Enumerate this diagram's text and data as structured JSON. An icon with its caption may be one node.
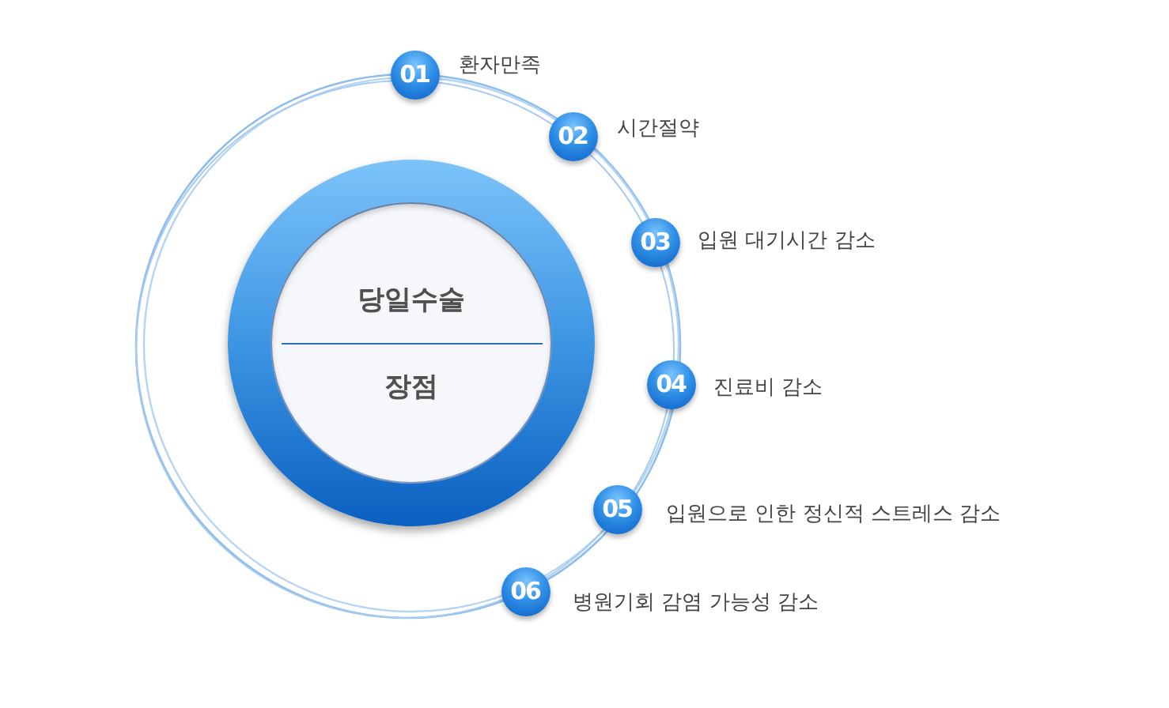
{
  "diagram": {
    "nodes": [
      {
        "text": [
          "당일수술",
          "장점"
        ]
      },
      {
        "text": [
          "01"
        ],
        "beside": [
          "환자만족"
        ]
      },
      {
        "text": [
          "02"
        ],
        "beside": [
          "시간절약"
        ]
      },
      {
        "text": [
          "03"
        ],
        "beside": [
          "입원 대기시간 감소"
        ]
      },
      {
        "text": [
          "04"
        ],
        "beside": [
          "진료비 감소"
        ]
      },
      {
        "text": [
          "05"
        ],
        "beside": [
          "입원으로 인한 정신적 스트레스 감소"
        ]
      },
      {
        "text": [
          "06"
        ],
        "beside": [
          "병원기회 감염 가능성 감소"
        ]
      }
    ]
  }
}
